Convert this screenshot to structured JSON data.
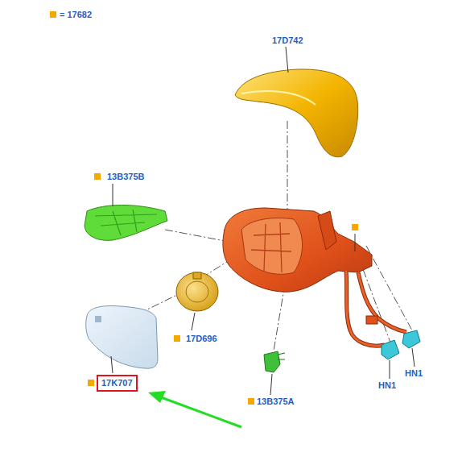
{
  "diagram": {
    "nodes": [
      {
        "text": [
          "17K707"
        ]
      }
    ],
    "labels": [
      "17D742",
      "13B375B",
      "17D696",
      "13B375A",
      "HN1",
      "HN1"
    ],
    "legend": [
      {
        "text": "= 17682",
        "color": "#f5a800"
      }
    ]
  }
}
